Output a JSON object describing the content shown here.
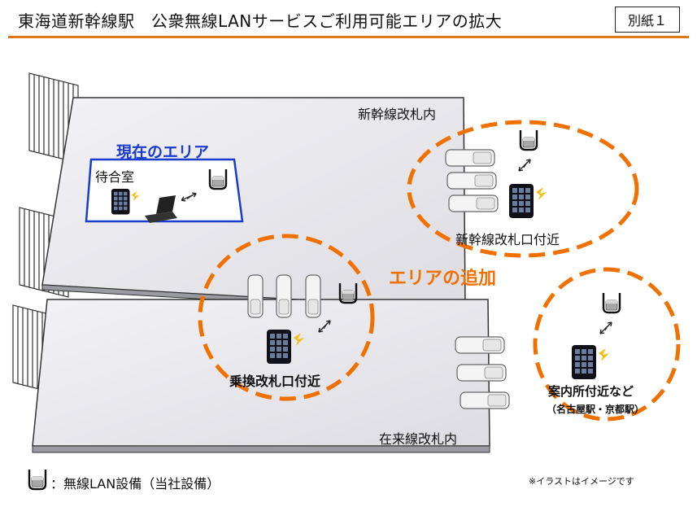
{
  "header": {
    "title": "東海道新幹線駅　公衆無線LANサービスご利用可能エリアの拡大",
    "attachment": "別紙１"
  },
  "current_area": {
    "heading": "現在のエリア",
    "room": "待合室"
  },
  "zones": {
    "shinkansen_gates": "新幹線改札内",
    "shinkansen_gate_area": "新幹線改札口付近",
    "transfer_gate_area": "乗換改札口付近",
    "conventional_gates": "在来線改札内",
    "info_desk_area": "案内所付近など",
    "info_desk_examples": "（名古屋駅・京都駅）"
  },
  "added_area_label": "エリアの追加",
  "legend": {
    "label": "：無線LAN設備（当社設備）"
  },
  "note": "※イラストはイメージです",
  "colors": {
    "accent": "#f07000",
    "current_area_border": "#1a3ccc",
    "floor": "#e9e9ee"
  }
}
